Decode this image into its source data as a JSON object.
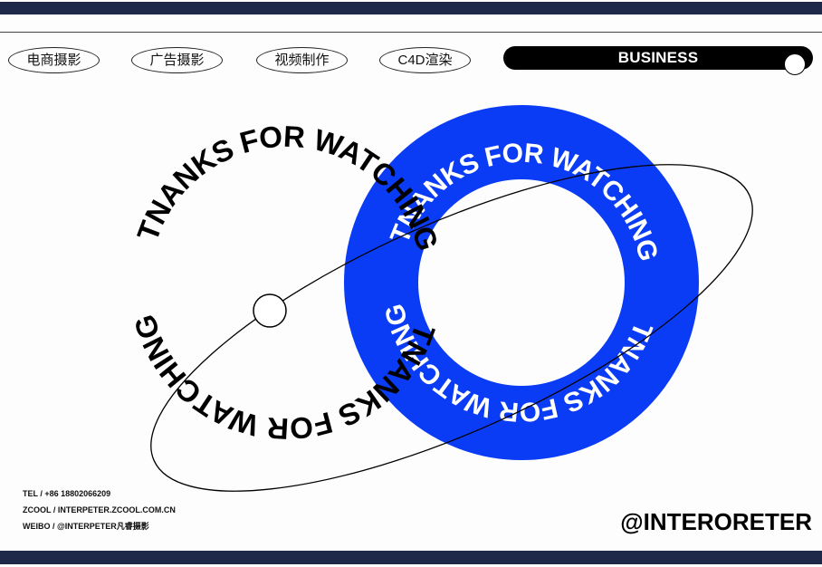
{
  "nav": {
    "items": [
      {
        "label": "电商摄影"
      },
      {
        "label": "广告摄影"
      },
      {
        "label": "视频制作"
      },
      {
        "label": "C4D渲染"
      }
    ],
    "business_label": "BUSINESS"
  },
  "hero": {
    "ring_text_black": "TNANKS FOR WATCHING",
    "ring_text_white": "TNANKS FOR WATCHING"
  },
  "contact": {
    "tel": "TEL / +86 18802066209",
    "zcool": "ZCOOL / INTERPETER.ZCOOL.COM.CN",
    "weibo": "WEIBO / @INTERPETER凡睿摄影"
  },
  "brand": {
    "handle": "@INTERORETER"
  },
  "colors": {
    "accent_blue": "#0b3cf5",
    "bar_navy": "#1e2949",
    "ink": "#000000",
    "paper": "#fdfdfd"
  }
}
